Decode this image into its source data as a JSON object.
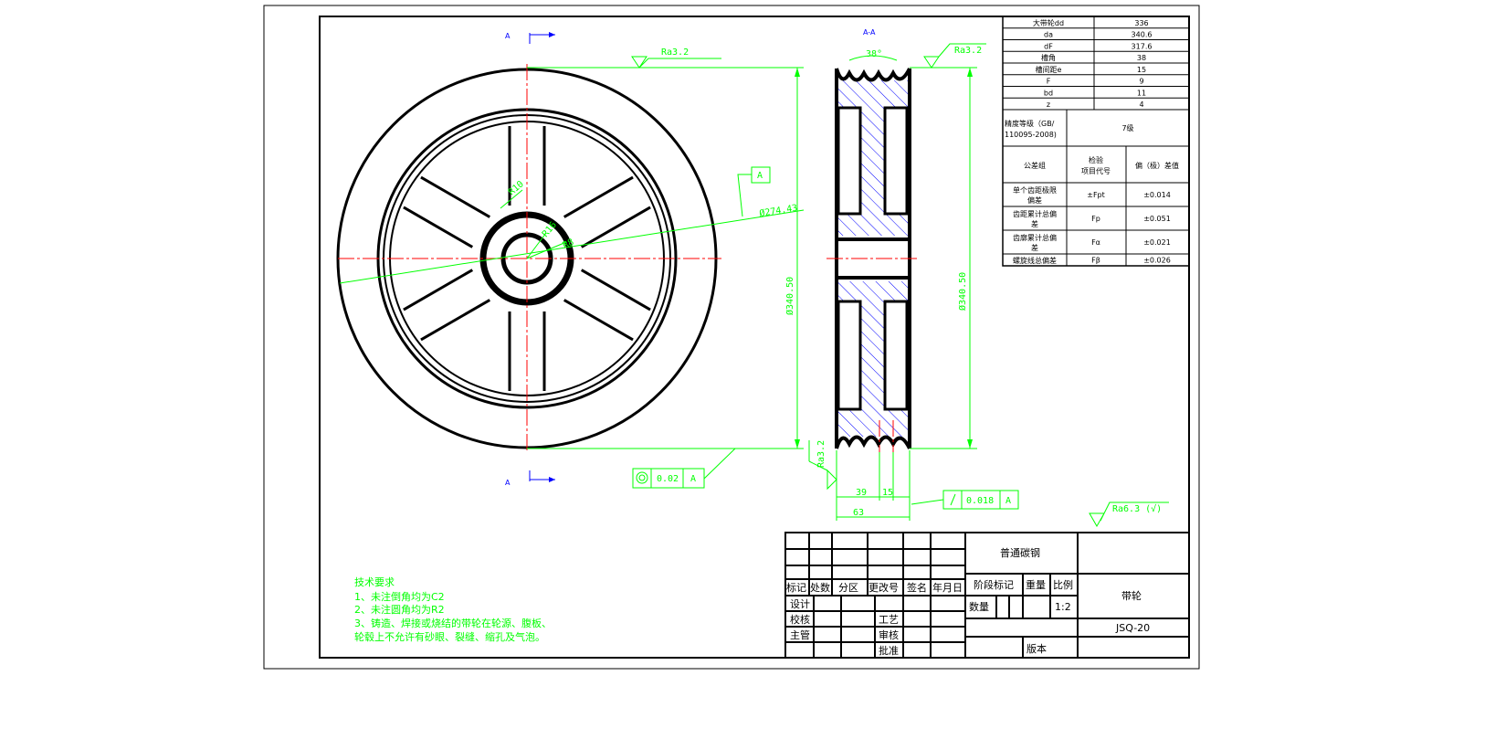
{
  "view_labels": {
    "section_a_top": "A",
    "section_a_bottom": "A",
    "section_title": "A-A"
  },
  "front_view": {
    "roughness_top": "Ra3.2",
    "diameter_pitch": "Ø274.43",
    "diameter_outer": "Ø340.50",
    "radius_spoke": "R10",
    "radius_hub": "R16",
    "radius_bore": "R8",
    "datum": "A",
    "concentricity": {
      "symbol": "concentricity-icon",
      "value": "0.02",
      "datum": "A"
    }
  },
  "side_view": {
    "groove_angle": "38°",
    "roughness_top": "Ra3.2",
    "roughness_side": "Ra3.2",
    "diameter_outer": "Ø340.50",
    "dim_39": "39",
    "dim_15": "15",
    "dim_63": "63",
    "runout": {
      "symbol": "runout-icon",
      "value": "0.018",
      "datum": "A"
    }
  },
  "general_roughness": "Ra6.3 (√)",
  "param_table": {
    "rows": [
      {
        "label": "大带轮dd",
        "value": "336"
      },
      {
        "label": "da",
        "value": "340.6"
      },
      {
        "label": "dF",
        "value": "317.6"
      },
      {
        "label": "槽角",
        "value": "38"
      },
      {
        "label": "槽间距e",
        "value": "15"
      },
      {
        "label": "F",
        "value": "9"
      },
      {
        "label": "bd",
        "value": "11"
      },
      {
        "label": "z",
        "value": "4"
      }
    ],
    "precision_label_1": "精度等级（GB/",
    "precision_label_2": "110095-2008)",
    "precision_value": "7级",
    "header": {
      "group": "公差组",
      "code_1": "检验",
      "code_2": "项目代号",
      "tol": "偏（极）差值"
    },
    "tol_rows": [
      {
        "name_1": "单个齿距极限",
        "name_2": "偏差",
        "code": "±Fpt",
        "value": "±0.014"
      },
      {
        "name_1": "齿距累计总偏",
        "name_2": "差",
        "code": "Fp",
        "value": "±0.051"
      },
      {
        "name_1": "齿廓累计总偏",
        "name_2": "差",
        "code": "Fα",
        "value": "±0.021"
      },
      {
        "name_1": "螺旋线总偏差",
        "name_2": "",
        "code": "Fβ",
        "value": "±0.026"
      }
    ]
  },
  "tech_requirements": {
    "title": "技术要求",
    "items": [
      "1、未注倒角均为C2",
      "2、未注圆角均为R2",
      "3、铸造、焊接或烧结的带轮在轮源、腹板、",
      "轮毂上不允许有砂眼、裂缝、缩孔及气泡。"
    ]
  },
  "title_block": {
    "headers": [
      "标记",
      "处数",
      "分区",
      "更改号",
      "签名",
      "年月日"
    ],
    "design": "设计",
    "check": "校核",
    "process": "工艺",
    "supervisor": "主管",
    "review": "审核",
    "approve": "批准",
    "material": "普通碳钢",
    "stage_mark": "阶段标记",
    "weight": "重量",
    "scale_label": "比例",
    "quantity": "数量",
    "scale": "1:2",
    "version": "版本",
    "part_name": "带轮",
    "drawing_no": "JSQ-20"
  },
  "colors": {
    "outline": "#000000",
    "dimension": "#00ff00",
    "centerline": "#ff0000",
    "hatch": "#0000ff"
  }
}
